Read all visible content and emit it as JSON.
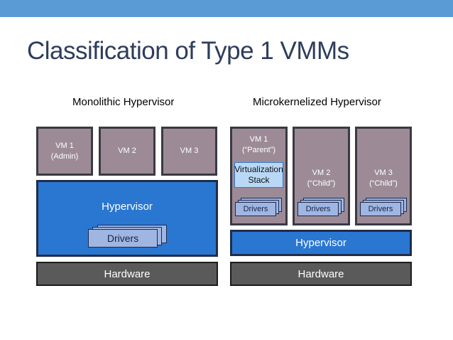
{
  "title": "Classification of Type 1 VMMs",
  "monolithic": {
    "heading": "Monolithic Hypervisor",
    "vm1_line1": "VM 1",
    "vm1_line2": "(Admin)",
    "vm2": "VM 2",
    "vm3": "VM 3",
    "hypervisor": "Hypervisor",
    "drivers": "Drivers",
    "hardware": "Hardware"
  },
  "microkernel": {
    "heading": "Microkernelized Hypervisor",
    "vm1_line1": "VM 1",
    "vm1_line2": "(“Parent”)",
    "virtualization_line1": "Virtualization",
    "virtualization_line2": "Stack",
    "vm2_line1": "VM 2",
    "vm2_line2": "(“Child”)",
    "vm3_line1": "VM 3",
    "vm3_line2": "(“Child”)",
    "drivers": "Drivers",
    "hypervisor": "Hypervisor",
    "hardware": "Hardware"
  },
  "colors": {
    "top_bar": "#5b9bd5",
    "title": "#2e3d5c",
    "vm": "#9c8b96",
    "hypervisor": "#2a77d2",
    "hardware": "#5a5a5a",
    "drivers": "#9fb5e2",
    "virtualization_stack": "#b9d8f5"
  }
}
